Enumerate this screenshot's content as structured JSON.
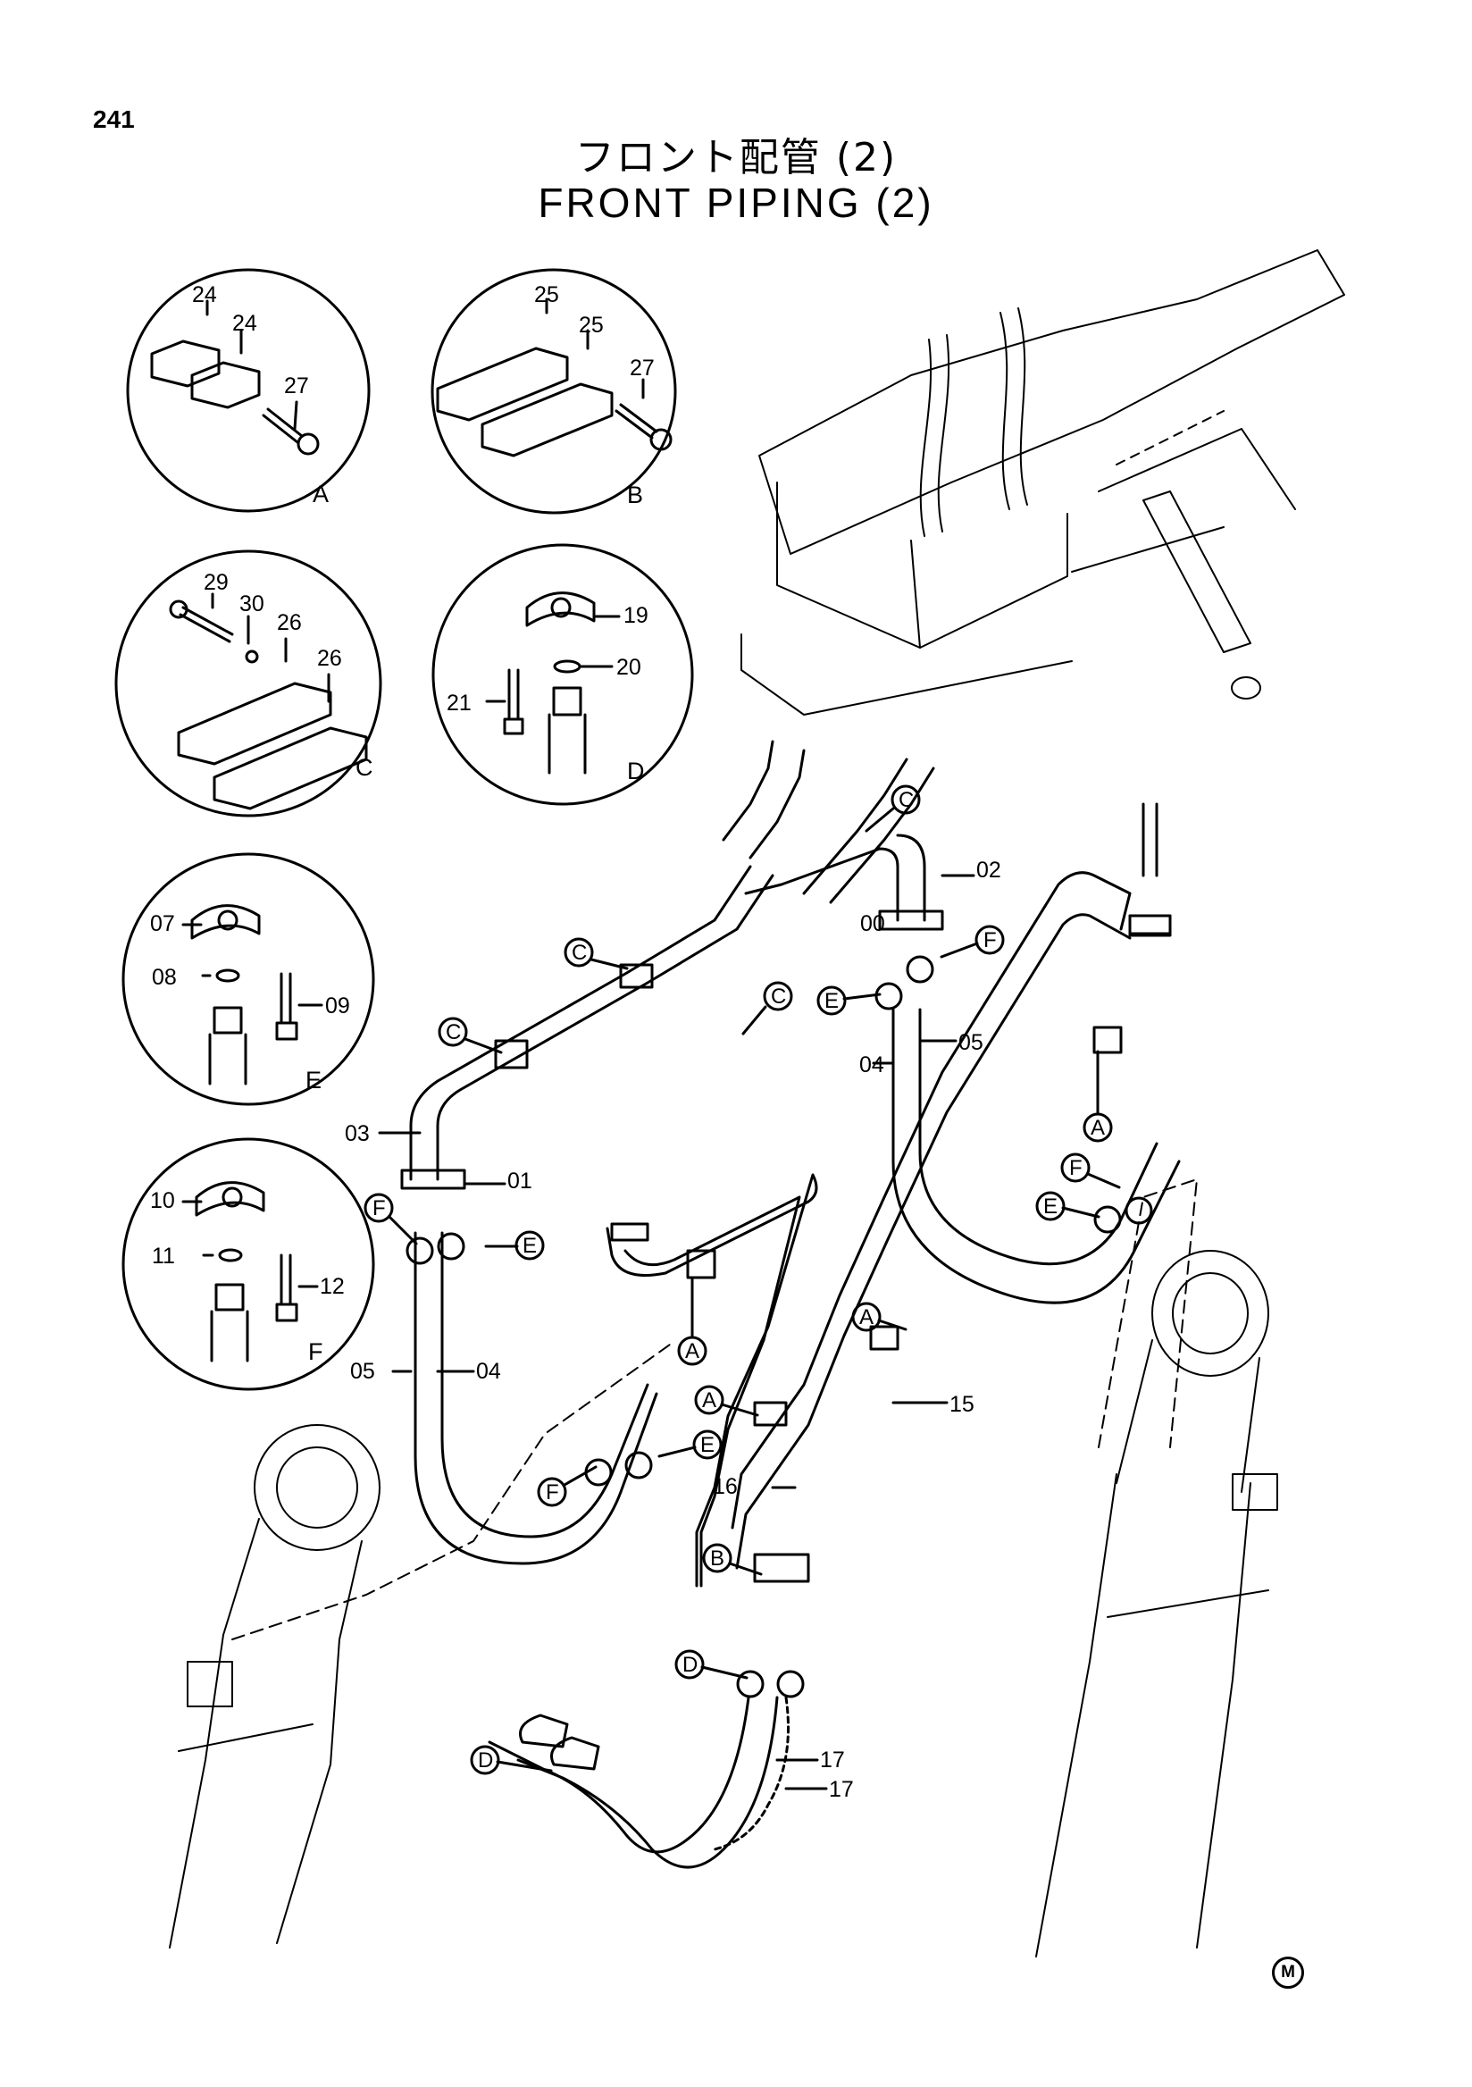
{
  "page_number": "241",
  "title_jp": "フロント配管 (2)",
  "title_en": "FRONT PIPING (2)",
  "corner_mark": "M",
  "details": [
    {
      "letter": "A",
      "parts": [
        "24",
        "24",
        "27"
      ]
    },
    {
      "letter": "B",
      "parts": [
        "25",
        "25",
        "27"
      ]
    },
    {
      "letter": "C",
      "parts": [
        "29",
        "30",
        "26",
        "26"
      ]
    },
    {
      "letter": "D",
      "parts": [
        "19",
        "20",
        "21"
      ]
    },
    {
      "letter": "E",
      "parts": [
        "07",
        "08",
        "09"
      ]
    },
    {
      "letter": "F",
      "parts": [
        "10",
        "11",
        "12"
      ]
    }
  ],
  "parts": {
    "p00": "00",
    "p01": "01",
    "p02": "02",
    "p03": "03",
    "p04a": "04",
    "p04b": "04",
    "p05a": "05",
    "p05b": "05",
    "p15": "15",
    "p16": "16",
    "p17a": "17",
    "p17b": "17"
  },
  "callouts": {
    "c1": "C",
    "c2": "C",
    "c3": "C",
    "c4": "C",
    "e1": "E",
    "e2": "E",
    "e3": "E",
    "f1": "F",
    "f2": "F",
    "f3": "F",
    "f4": "F",
    "a1": "A",
    "a2": "A",
    "a3": "A",
    "a4": "A",
    "b1": "B",
    "d1": "D",
    "d2": "D"
  },
  "icons": {
    "clamp_block": "pipe-clamp-icon",
    "bolt": "bolt-icon",
    "split_flange": "split-flange-icon",
    "o_ring": "o-ring-icon"
  }
}
